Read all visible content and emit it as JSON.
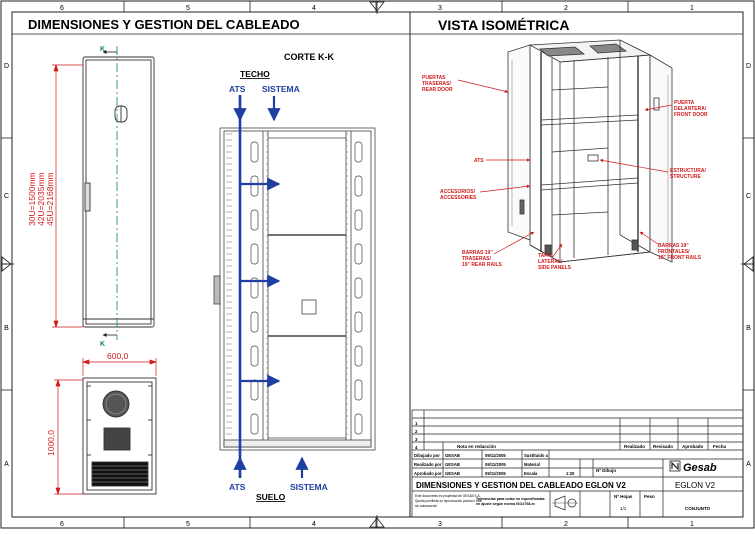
{
  "grid": {
    "top": [
      "6",
      "5",
      "4",
      "3",
      "2",
      "1"
    ],
    "bottom": [
      "6",
      "5",
      "4",
      "3",
      "2",
      "1"
    ],
    "left": [
      "D",
      "C",
      "B",
      "A"
    ],
    "right": [
      "D",
      "C",
      "B",
      "A"
    ]
  },
  "left_title": "DIMENSIONES Y GESTION DEL CABLEADO",
  "right_title": "VISTA ISOMÉTRICA",
  "section_label": "CORTE K-K",
  "section_marker": "K",
  "front_view": {
    "height_dims": [
      "30U=1500mm",
      "42U=2035mm",
      "45U=2168mm"
    ],
    "width_dim": "600,0",
    "depth_dim": "1000,0"
  },
  "section": {
    "top_label": "TECHO",
    "bottom_label": "SUELO",
    "ats": "ATS",
    "sistema": "SISTEMA"
  },
  "iso_callouts": {
    "rear_door": [
      "PUERTAS",
      "TRASERAS/",
      "REAR DOOR"
    ],
    "front_door": [
      "PUERTA",
      "DELANTERA/",
      "FRONT DOOR"
    ],
    "ats": [
      "ATS"
    ],
    "structure": [
      "ESTRUCTURA/",
      "STRUCTURE"
    ],
    "accessories": [
      "ACCESORIOS/",
      "ACCESSORIES"
    ],
    "rear_rails": [
      "BARRAS 19\"",
      "TRASERAS/",
      "19\" REAR RAILS"
    ],
    "side_panels": [
      "TAPA",
      "LATERAL/",
      "SIDE PANELS"
    ],
    "front_rails": [
      "BARRAS 19\"",
      "FRONTALES/",
      "19\" FRONT RAILS"
    ]
  },
  "title_block": {
    "revision_headers": [
      "Realizado",
      "Revisado",
      "Aprobado",
      "Fecha"
    ],
    "revision_note": "Nota en redacción",
    "rows": [
      {
        "label": "Dibujado por",
        "name": "GESAB",
        "date": "09/11/2005",
        "field": "Sustituido a",
        "value": ""
      },
      {
        "label": "Realizado por",
        "name": "GESAB",
        "date": "09/11/2005",
        "field": "Material",
        "value": ""
      },
      {
        "label": "Aprobado por",
        "name": "GESAB",
        "date": "09/11/2005",
        "field": "Escala",
        "value": "1:20"
      }
    ],
    "sheet_field": "Nº Dibujo",
    "logo": "Gesab",
    "drawing_title": "DIMENSIONES Y GESTION DEL CABLEADO EGLON V2",
    "model": "EGLON V2",
    "legal": [
      "Este documento es propiedad de GESAB S.A.",
      "Queda prohibida su reproducción parcial o total",
      "sin autorización"
    ],
    "tolerances": [
      "Tolerancias para cotas no especificadas",
      "en ajuste según norma ISO2768-m"
    ],
    "sheet_label": "Nº Hojas",
    "sheet_value": "1/1",
    "weight_label": "Peso",
    "assembly": "CONJUNTO"
  },
  "colors": {
    "line": "#1a1a1a",
    "blue": "#1f3fa3",
    "red": "#d11a1a",
    "green": "#0a8a3a"
  }
}
